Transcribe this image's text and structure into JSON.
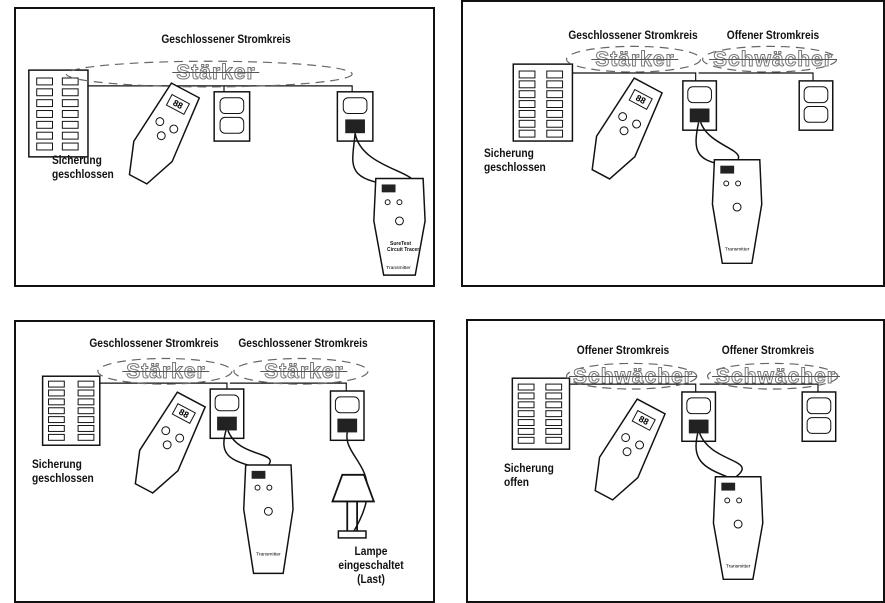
{
  "panels": [
    {
      "circuits": [
        "Geschlossener Stromkreis"
      ],
      "strength": [
        "Stärker"
      ],
      "breaker": [
        "Sicherung",
        "geschlossen"
      ]
    },
    {
      "circuits": [
        "Geschlossener Stromkreis",
        "Offener Stromkreis"
      ],
      "strength": [
        "Stärker",
        "Schwächer"
      ],
      "breaker": [
        "Sicherung",
        "geschlossen"
      ]
    },
    {
      "circuits": [
        "Geschlossener Stromkreis",
        "Geschlossener Stromkreis"
      ],
      "strength": [
        "Stärker",
        "Stärker"
      ],
      "breaker": [
        "Sicherung",
        "geschlossen"
      ],
      "lamp": [
        "Lampe",
        "eingeschaltet",
        "(Last)"
      ]
    },
    {
      "circuits": [
        "Offener Stromkreis",
        "Offener Stromkreis"
      ],
      "strength": [
        "Schwächer",
        "Schwächer"
      ],
      "breaker": [
        "Sicherung",
        "offen"
      ]
    }
  ],
  "device_text": {
    "receiver_reading": "88",
    "transmitter_brand": "SureTest",
    "transmitter_name": "Circuit Tracer",
    "transmitter_label": "Transmitter"
  }
}
